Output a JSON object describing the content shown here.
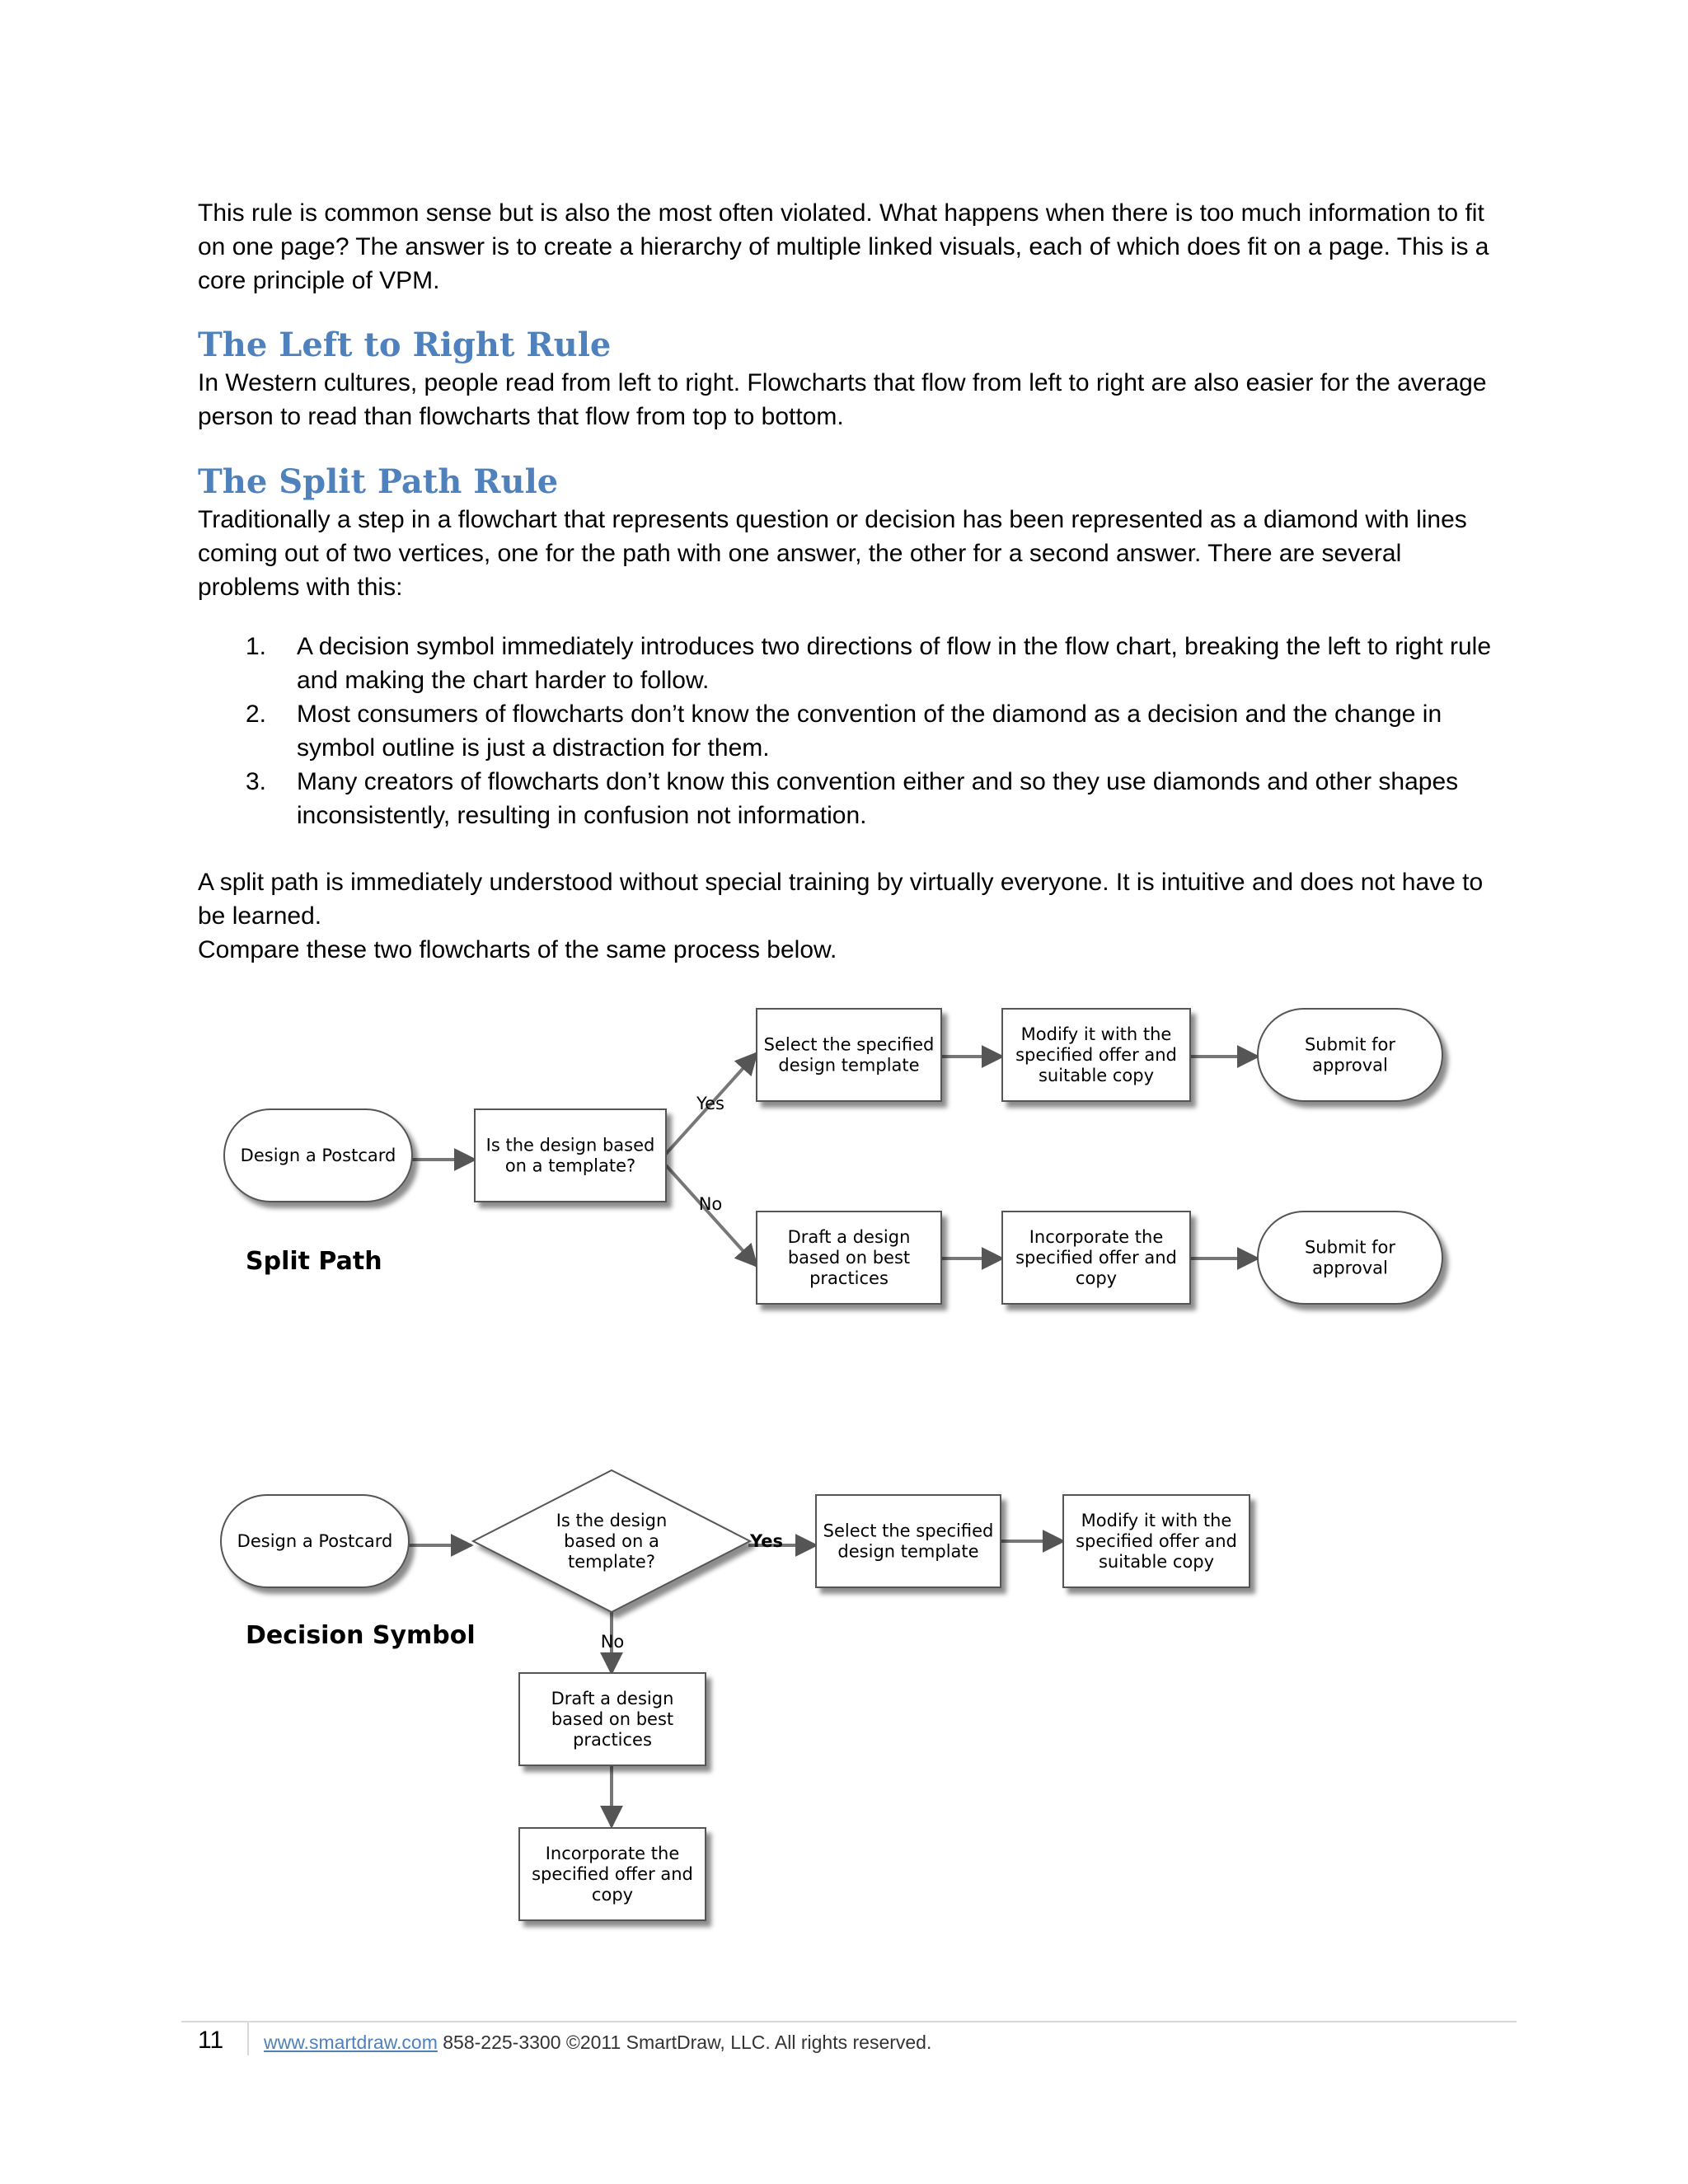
{
  "intro": {
    "text": "This rule is common sense but is also the most often violated. What happens when there is too much information to fit on one page? The answer is to create a hierarchy of multiple linked visuals, each of which does fit on a page. This is a core principle of VPM."
  },
  "left_right": {
    "heading": "The Left to Right Rule",
    "text": "In Western cultures, people read from left to right. Flowcharts that flow from left to right are also easier for the average person to read than flowcharts that flow from top to bottom."
  },
  "split_path": {
    "heading": "The Split Path Rule",
    "text": "Traditionally a step in a flowchart that represents question or decision has been represented as a diamond with lines coming out of two vertices, one for the path with one answer, the other for a second answer. There are several problems with this:",
    "list": [
      {
        "num": "1.",
        "text": "A decision symbol immediately introduces two directions of flow in the flow chart, breaking the left to right rule and making the chart harder to follow."
      },
      {
        "num": "2.",
        "text": "Most consumers of flowcharts don’t know the convention of the diamond as a decision and the change in symbol outline is just a distraction for them."
      },
      {
        "num": "3.",
        "text": "Many creators of flowcharts don’t know this convention either and so they use diamonds and other shapes inconsistently, resulting in confusion not information."
      }
    ],
    "closing1": "A split path is immediately understood without special training by virtually everyone. It is intuitive and does not have to be learned.",
    "closing2": "Compare these two flowcharts of the same process below."
  },
  "chart1": {
    "label": "Split Path",
    "start": [
      "Design a Postcard"
    ],
    "question": [
      "Is the design based",
      "on a template?"
    ],
    "yes": "Yes",
    "no": "No",
    "top1": [
      "Select the specified",
      "design template"
    ],
    "top2": [
      "Modify it with the",
      "specified offer and",
      "suitable copy"
    ],
    "top3": [
      "Submit for",
      "approval"
    ],
    "bot1": [
      "Draft a design",
      "based on best",
      "practices"
    ],
    "bot2": [
      "Incorporate the",
      "specified offer and",
      "copy"
    ],
    "bot3": [
      "Submit for",
      "approval"
    ]
  },
  "chart2": {
    "label": "Decision Symbol",
    "start": [
      "Design a Postcard"
    ],
    "diamond": [
      "Is the design",
      "based on a",
      "template?"
    ],
    "yes": "Yes",
    "no": "No",
    "right1": [
      "Select the specified",
      "design template"
    ],
    "right2": [
      "Modify it with the",
      "specified offer and",
      "suitable copy"
    ],
    "down1": [
      "Draft a design",
      "based on best",
      "practices"
    ],
    "down2": [
      "Incorporate the",
      "specified offer and",
      "copy"
    ]
  },
  "footer": {
    "page": "11",
    "link": "www.smartdraw.com",
    "text": " 858-225-3300 ©2011 SmartDraw, LLC. All rights reserved."
  }
}
